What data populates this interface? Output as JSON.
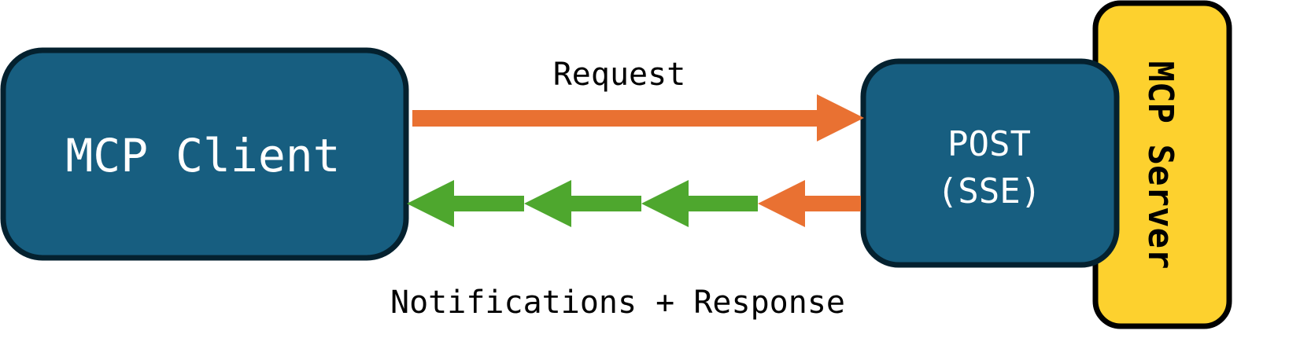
{
  "colors": {
    "box_fill": "#175E80",
    "box_stroke": "#04212F",
    "server_fill": "#FDD12E",
    "server_stroke": "#000000",
    "request_arrow": "#E97132",
    "notification_arrow": "#4EA72E",
    "text_light": "#FFFFFF",
    "text_dark": "#000000"
  },
  "client": {
    "label": "MCP Client"
  },
  "endpoint": {
    "line1": "POST",
    "line2": "(SSE)"
  },
  "server": {
    "label": "MCP Server"
  },
  "request": {
    "label": "Request"
  },
  "response": {
    "label": "Notifications + Response"
  }
}
